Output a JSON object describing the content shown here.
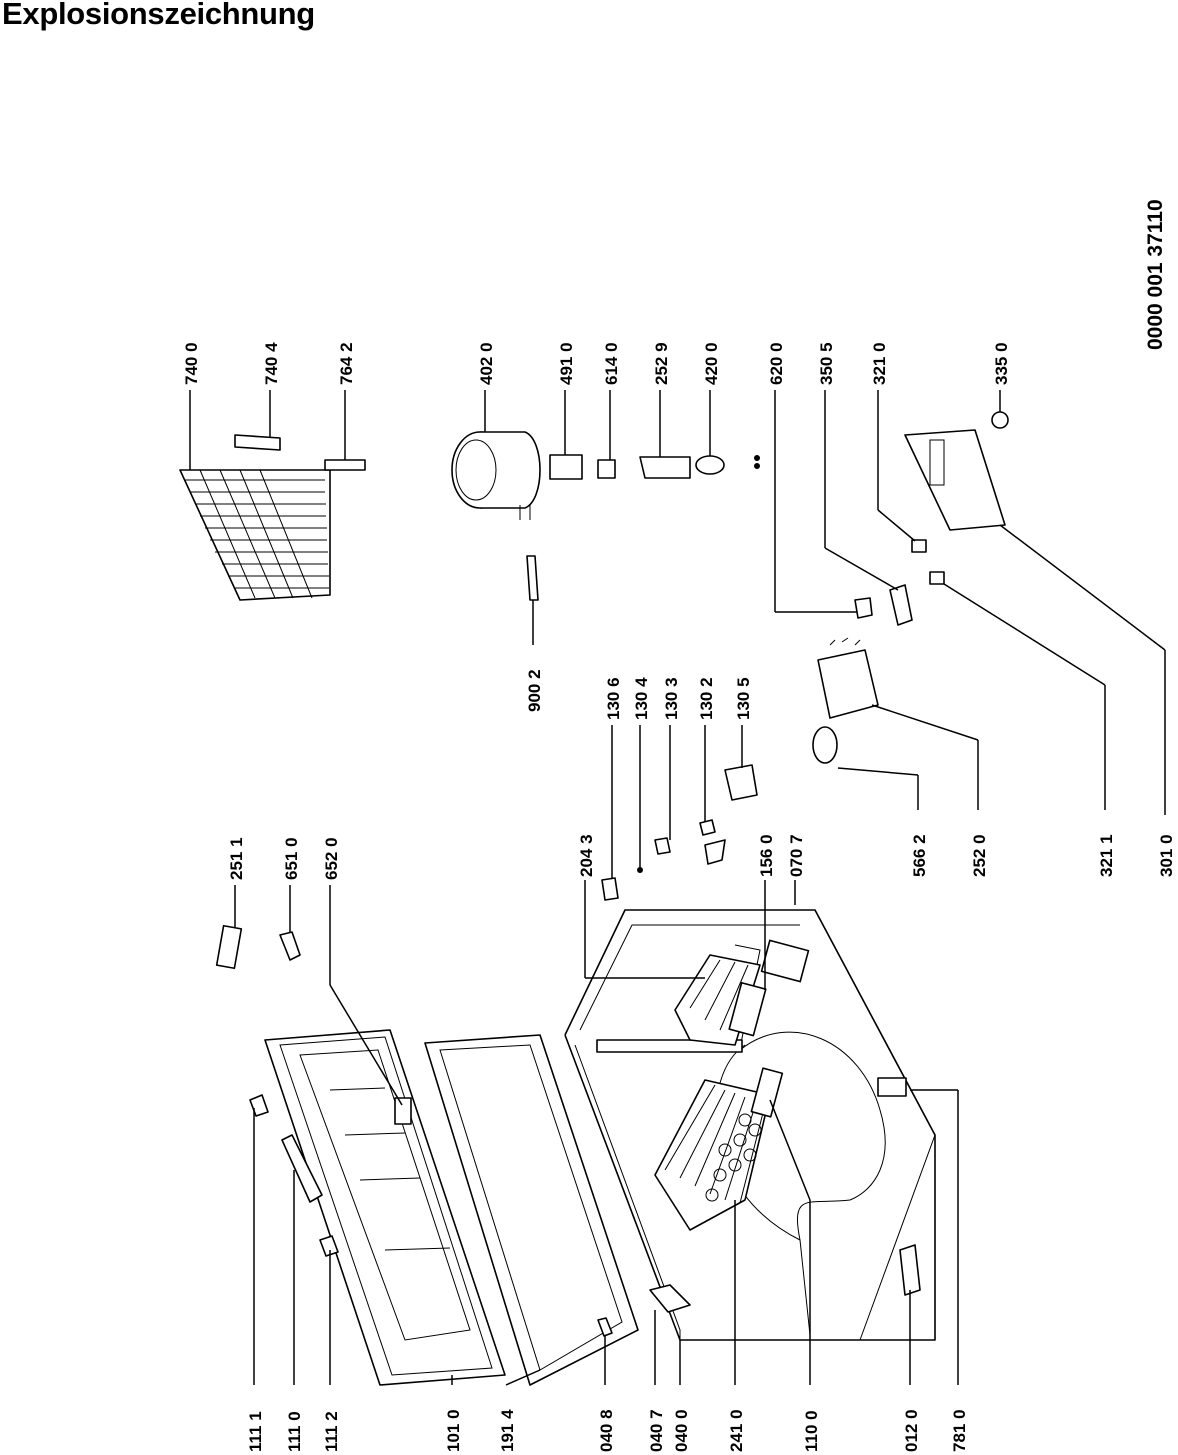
{
  "title": "Explosionszeichnung",
  "document_number": "0000 001 37110",
  "callouts": [
    "111 1",
    "111 0",
    "111 2",
    "101 0",
    "191 4",
    "040 8",
    "040 7",
    "040 0",
    "241 0",
    "110 0",
    "012 0",
    "781 0",
    "251 1",
    "651 0",
    "652 0",
    "204 3",
    "156 0",
    "070 7",
    "130 6",
    "130 4",
    "130 3",
    "130 2",
    "130 5",
    "900 2",
    "740 0",
    "740 4",
    "764 2",
    "402 0",
    "491 0",
    "614 0",
    "252 9",
    "420 0",
    "620 0",
    "350 5",
    "321 0",
    "335 0",
    "566 2",
    "252 0",
    "321 1",
    "301 0"
  ]
}
